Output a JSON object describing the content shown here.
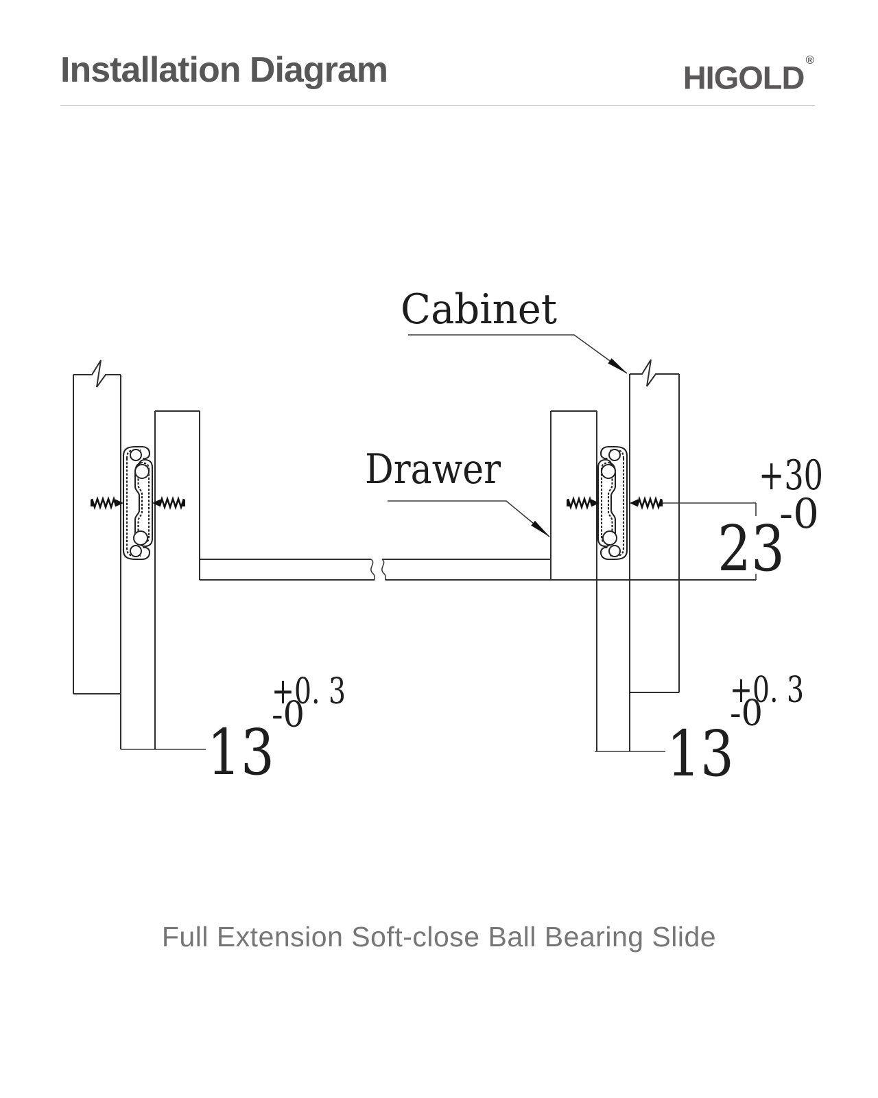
{
  "header": {
    "title": "Installation Diagram",
    "brand": "HIGOLD",
    "registered_mark": "®"
  },
  "diagram": {
    "cabinet_label": "Cabinet",
    "drawer_label": "Drawer",
    "dim_back_clearance": {
      "value": "23",
      "tol_plus": "+30",
      "tol_minus": "-0"
    },
    "dim_side_left": {
      "value": "13",
      "tol_plus": "+0. 3",
      "tol_minus": "-0"
    },
    "dim_side_right": {
      "value": "13",
      "tol_plus": "+0. 3",
      "tol_minus": "-0"
    }
  },
  "caption": "Full Extension Soft-close Ball Bearing Slide",
  "colors": {
    "ink": "#2e2e2e",
    "heading_gray": "#575757",
    "caption_gray": "#767676",
    "rule_gray": "#c9c9c9"
  }
}
